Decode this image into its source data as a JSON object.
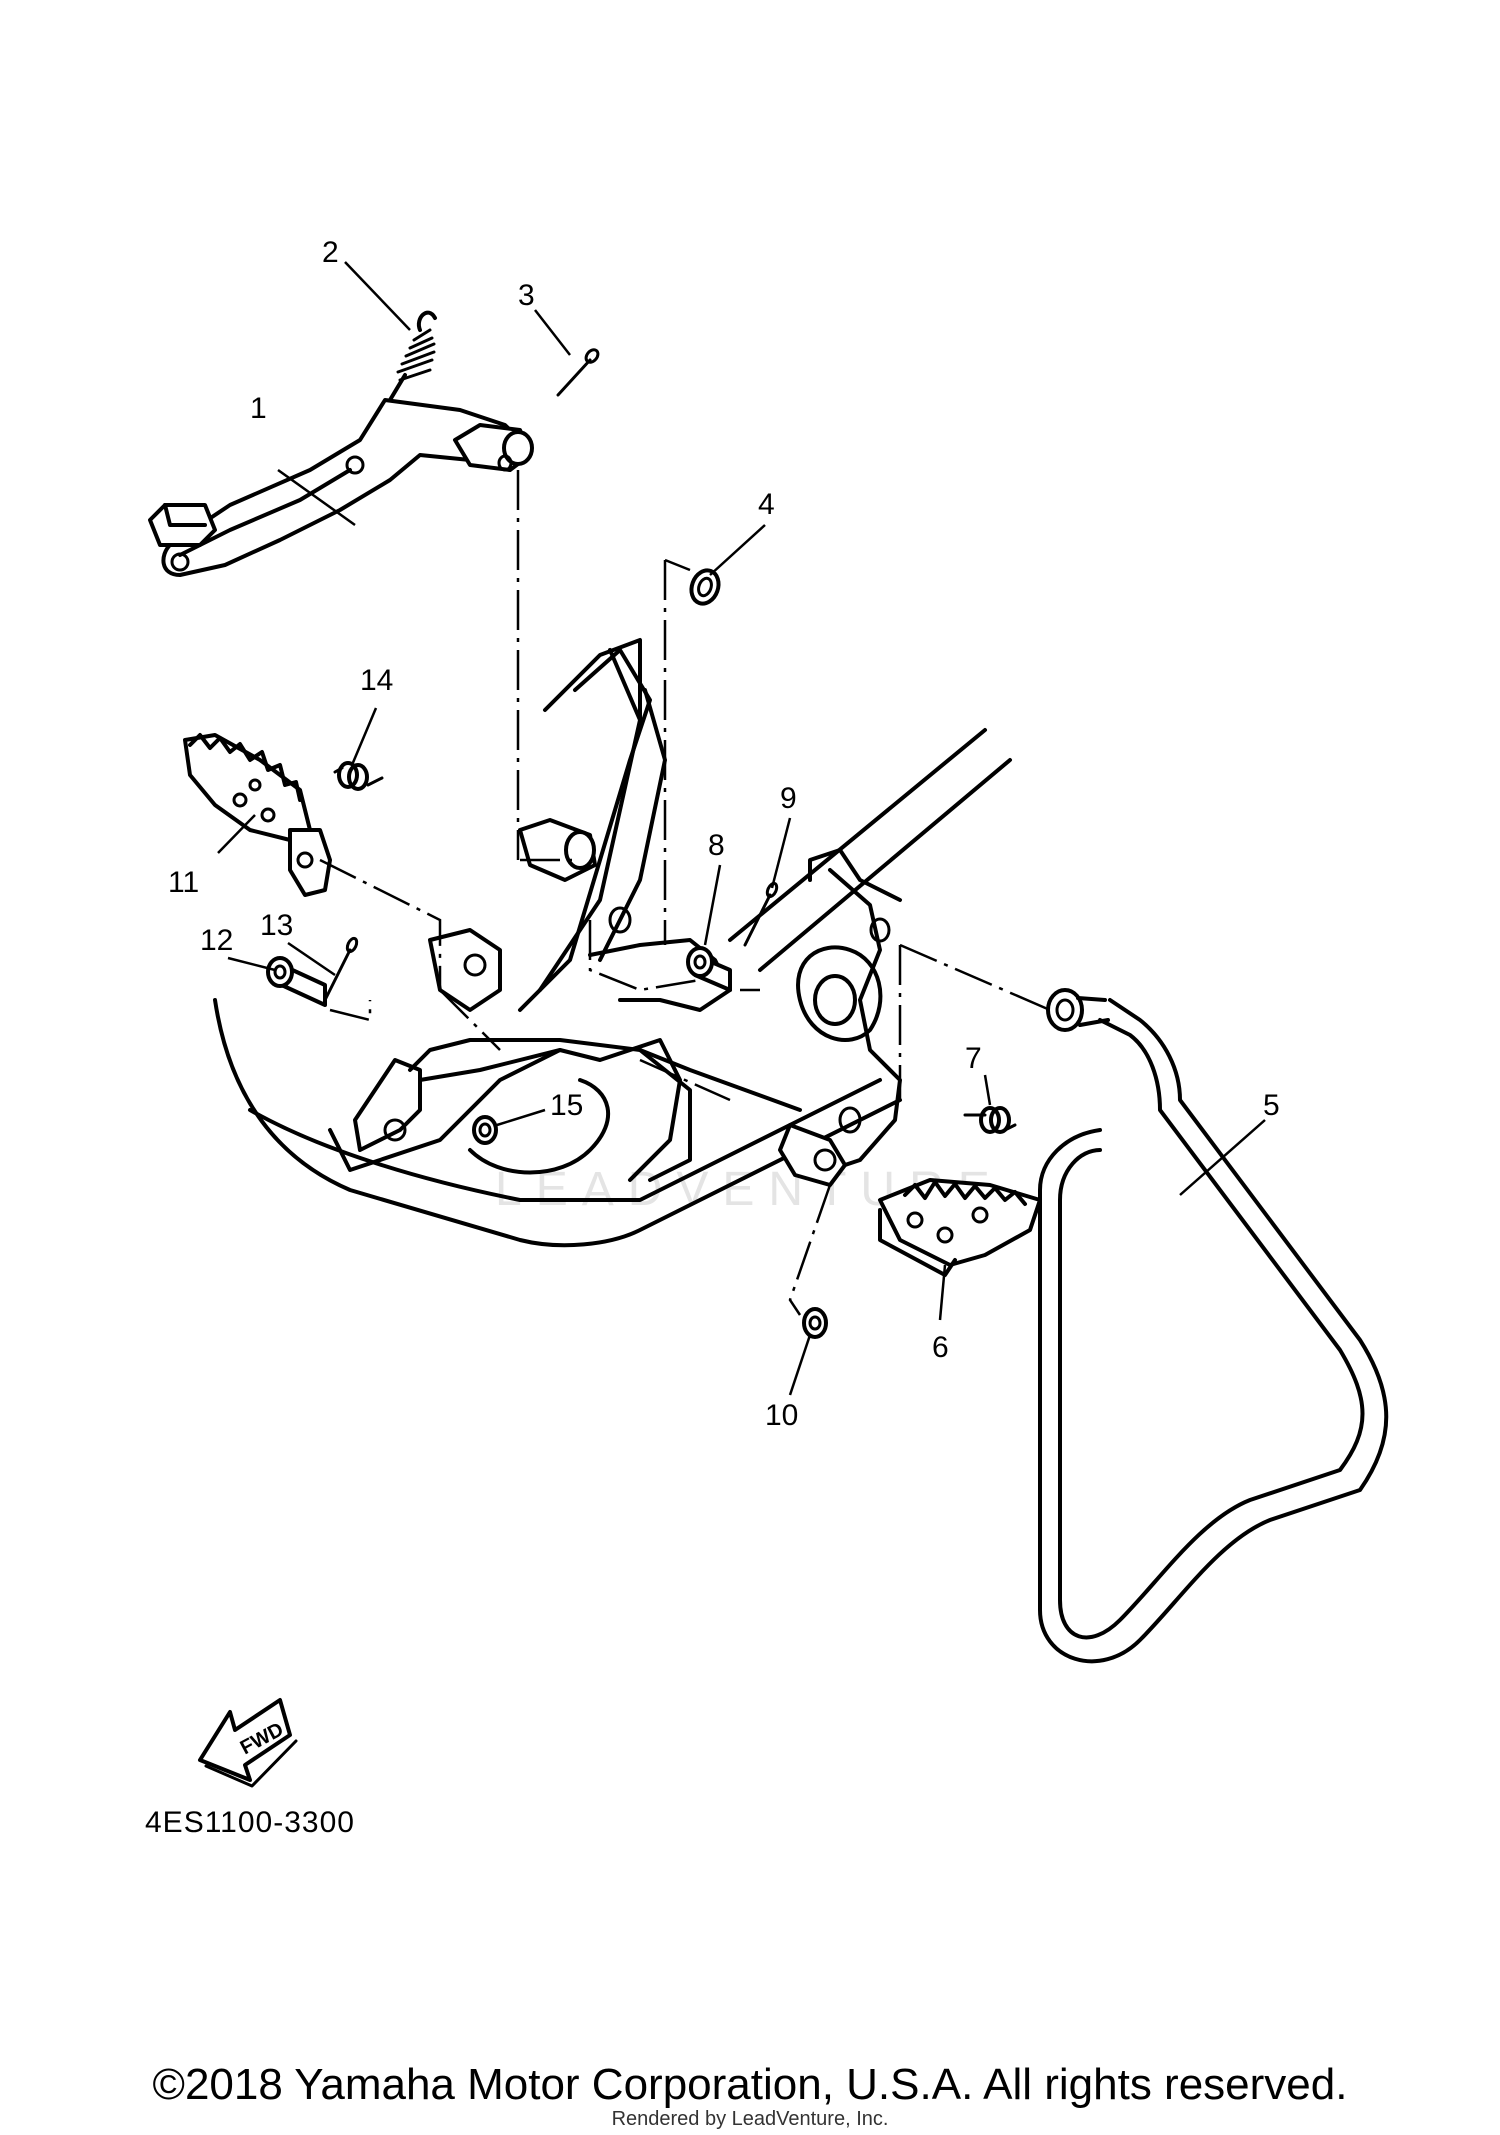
{
  "diagram": {
    "callouts": [
      {
        "number": "1"
      },
      {
        "number": "2"
      },
      {
        "number": "3"
      },
      {
        "number": "4"
      },
      {
        "number": "5"
      },
      {
        "number": "6"
      },
      {
        "number": "7"
      },
      {
        "number": "8"
      },
      {
        "number": "9"
      },
      {
        "number": "10"
      },
      {
        "number": "11"
      },
      {
        "number": "12"
      },
      {
        "number": "13"
      },
      {
        "number": "14"
      },
      {
        "number": "15"
      }
    ],
    "fwd_label": "FWD",
    "code": "4ES1100-3300",
    "watermark": "LEADVENTURE"
  },
  "footer": {
    "copyright": "©2018 Yamaha Motor Corporation, U.S.A. All rights reserved.",
    "rendered_by": "Rendered by LeadVenture, Inc."
  },
  "colors": {
    "line": "#000000",
    "background": "#ffffff",
    "watermark": "#e4e4e4"
  }
}
